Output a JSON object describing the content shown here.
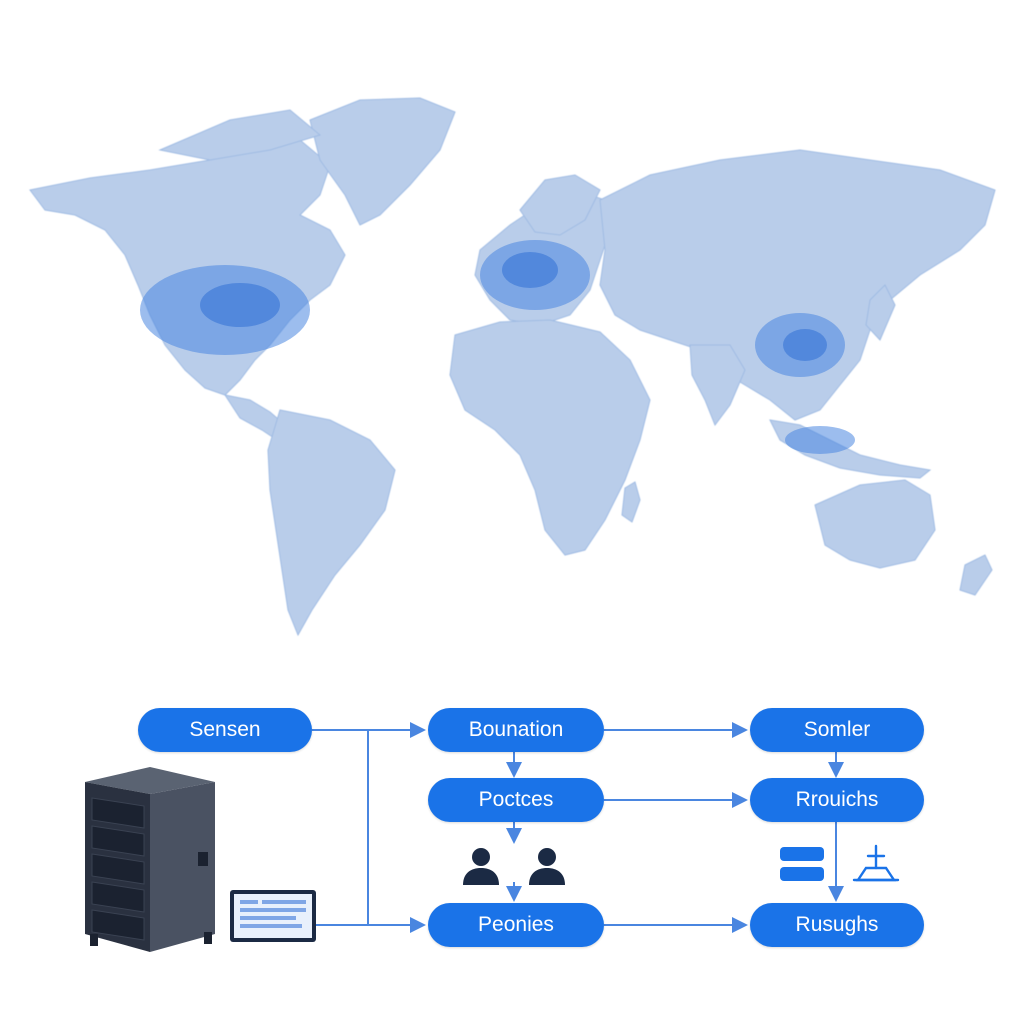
{
  "diagram": {
    "nodes": {
      "sensen": "Sensen",
      "bounation": "Bounation",
      "somler": "Somler",
      "poctces": "Poctces",
      "rrouichs": "Rrouichs",
      "peonies": "Peonies",
      "rusughs": "Rusughs"
    }
  },
  "colors": {
    "node_fill": "#1a73e8",
    "connector": "#4a86e0",
    "land": "#b9cdea",
    "land_dense": "#4a86e0",
    "icon_dark": "#1b2a44"
  },
  "icons": [
    "world-map",
    "server-tower-icon",
    "laptop-icon",
    "user-icon",
    "stack-icon",
    "antenna-icon"
  ]
}
